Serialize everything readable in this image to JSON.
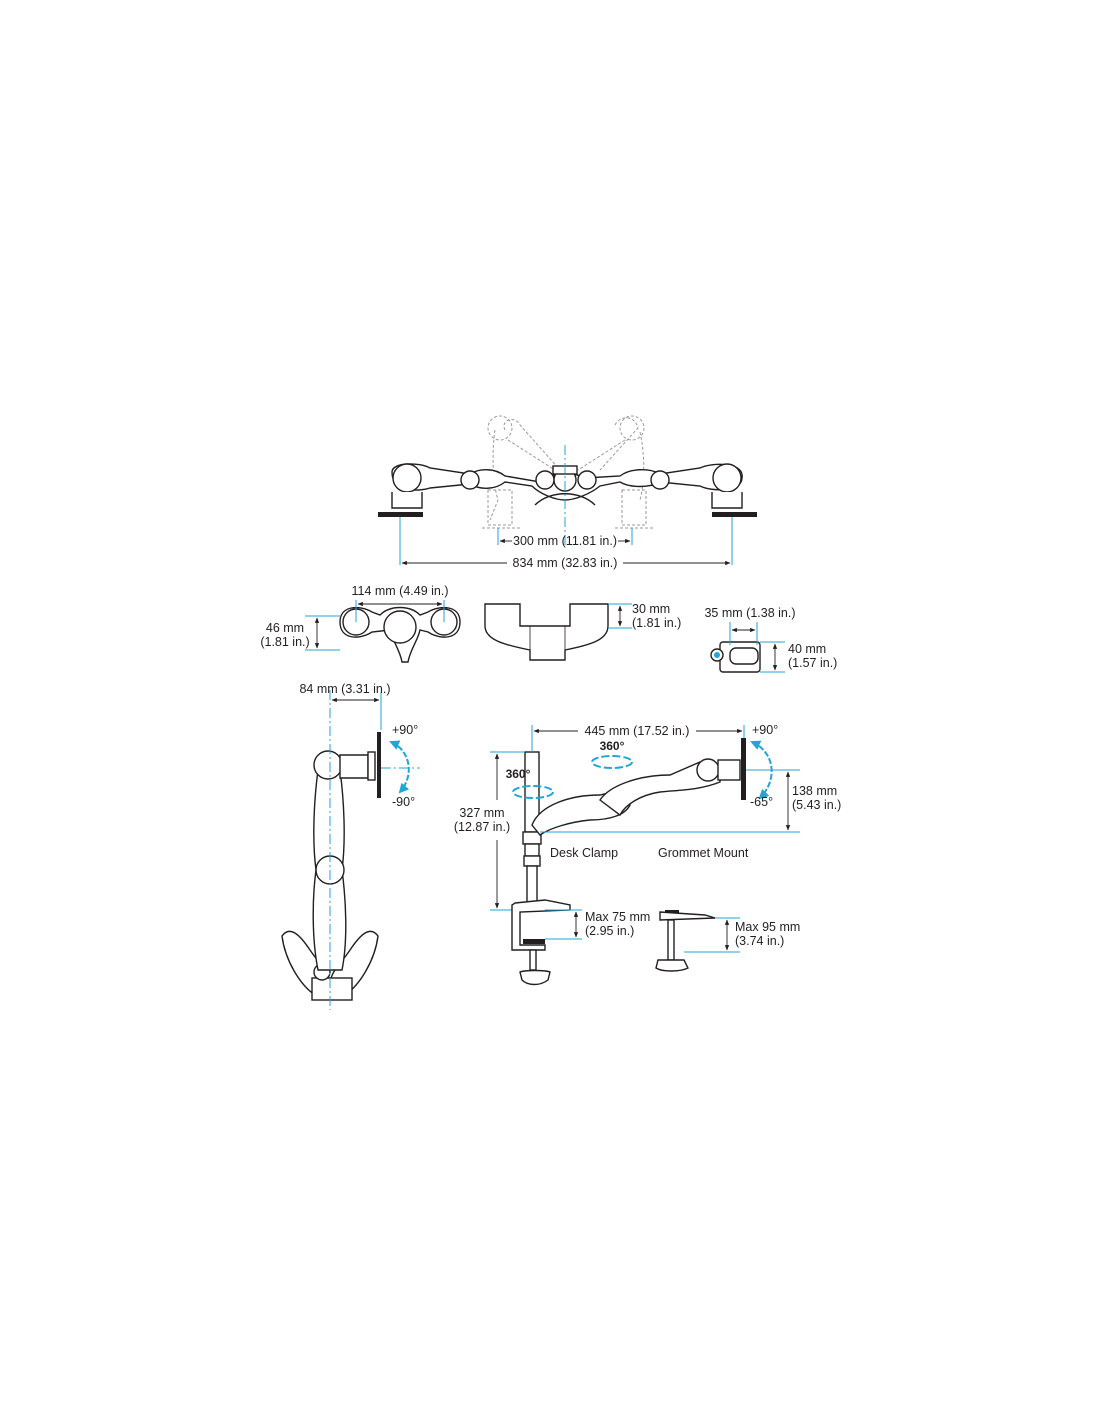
{
  "top_view": {
    "dim_inner": "300 mm (11.81 in.)",
    "dim_outer": "834 mm (32.83 in.)"
  },
  "joint_detail": {
    "dim_width": "114 mm (4.49 in.)",
    "dim_height_mm": "46 mm",
    "dim_height_in": "(1.81 in.)"
  },
  "base_detail": {
    "dim_height_mm": "30 mm",
    "dim_height_in": "(1.81 in.)"
  },
  "vesa_detail": {
    "dim_width": "35 mm (1.38 in.)",
    "dim_height_mm": "40 mm",
    "dim_height_in": "(1.57 in.)"
  },
  "side_view": {
    "dim_offset": "84 mm (3.31 in.)",
    "tilt_up": "+90°",
    "tilt_down": "-90°"
  },
  "front_view": {
    "dim_reach": "445 mm (17.52 in.)",
    "rotate_arm": "360°",
    "rotate_pole": "360°",
    "tilt_up": "+90°",
    "tilt_down": "-65°",
    "dim_height_mm": "327 mm",
    "dim_height_in": "(12.87 in.)",
    "dim_vert_mm": "138 mm",
    "dim_vert_in": "(5.43 in.)",
    "desk_clamp": "Desk Clamp",
    "grommet_mount": "Grommet Mount",
    "clamp_max_mm": "Max 75 mm",
    "clamp_max_in": "(2.95 in.)",
    "grommet_max_mm": "Max 95 mm",
    "grommet_max_in": "(3.74 in.)"
  },
  "colors": {
    "line": "#231f20",
    "accent": "#1fa6d6",
    "ghost": "#9a9a9a"
  }
}
